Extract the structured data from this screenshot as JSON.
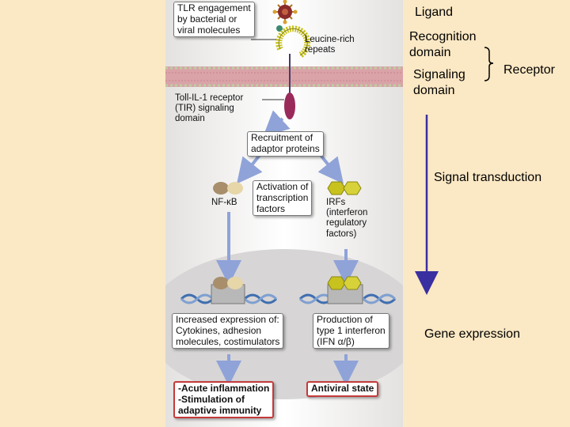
{
  "right_labels": {
    "ligand": "Ligand",
    "recognition_domain": "Recognition\ndomain",
    "signaling_domain": "Signaling\ndomain",
    "receptor": "Receptor",
    "signal_transduction": "Signal transduction",
    "gene_expression": "Gene expression"
  },
  "diagram": {
    "tlr_box": "TLR engagement\nby bacterial or\nviral molecules",
    "leucine_rich": "Leucine-rich\nrepeats",
    "tir_domain": "Toll-IL-1 receptor\n(TIR) signaling\ndomain",
    "adaptor_box": "Recruitment of\nadaptor proteins",
    "activation_box": "Activation of\ntranscription\nfactors",
    "nfkb_label": "NF-κB",
    "irfs_label": "IRFs\n(interferon\nregulatory\nfactors)",
    "cytokines_box": "Increased expression of:\nCytokines, adhesion\nmolecules, costimulators",
    "interferon_box": "Production of\ntype 1 interferon\n(IFN α/β)",
    "inflammation_box": "-Acute inflammation\n-Stimulation of\nadaptive immunity",
    "antiviral_box": "Antiviral state"
  },
  "colors": {
    "arrow_blue": "#8fa3d8",
    "receptor_magenta": "#9a2a5a",
    "membrane_pink": "#d9a3a8",
    "membrane_green": "#b9d0a0",
    "nfkb_tan": "#c8b08a",
    "irf_yellow": "#c8c21e",
    "dna_blue": "#3f6fb0",
    "outcome_red": "#c43a3a",
    "signal_arrow": "#3a2fa0"
  }
}
